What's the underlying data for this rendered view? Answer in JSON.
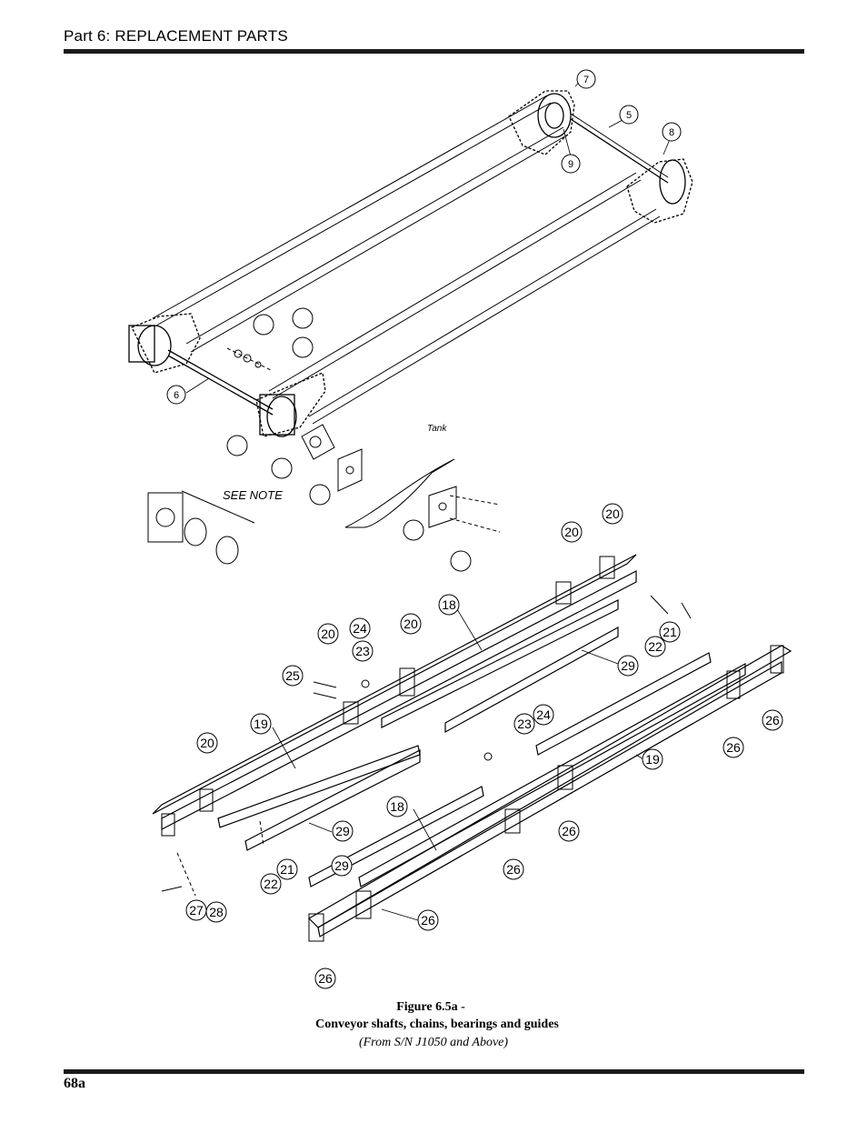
{
  "header": {
    "title": "Part 6:  REPLACEMENT PARTS"
  },
  "figure": {
    "annotations": {
      "tank": "Tank",
      "see_note": "SEE NOTE"
    },
    "callouts": [
      "7",
      "5",
      "8",
      "9",
      "6",
      "20",
      "20",
      "18",
      "20",
      "24",
      "23",
      "21",
      "22",
      "25",
      "19",
      "29",
      "20",
      "23",
      "24",
      "20",
      "29",
      "26",
      "26",
      "19",
      "26",
      "18",
      "29",
      "26",
      "21",
      "22",
      "26",
      "27",
      "28",
      "26"
    ]
  },
  "caption": {
    "title": "Figure 6.5a -",
    "subtitle": "Conveyor shafts, chains, bearings and guides",
    "serial": "(From S/N J1050 and Above)"
  },
  "footer": {
    "page_number": "68a"
  }
}
